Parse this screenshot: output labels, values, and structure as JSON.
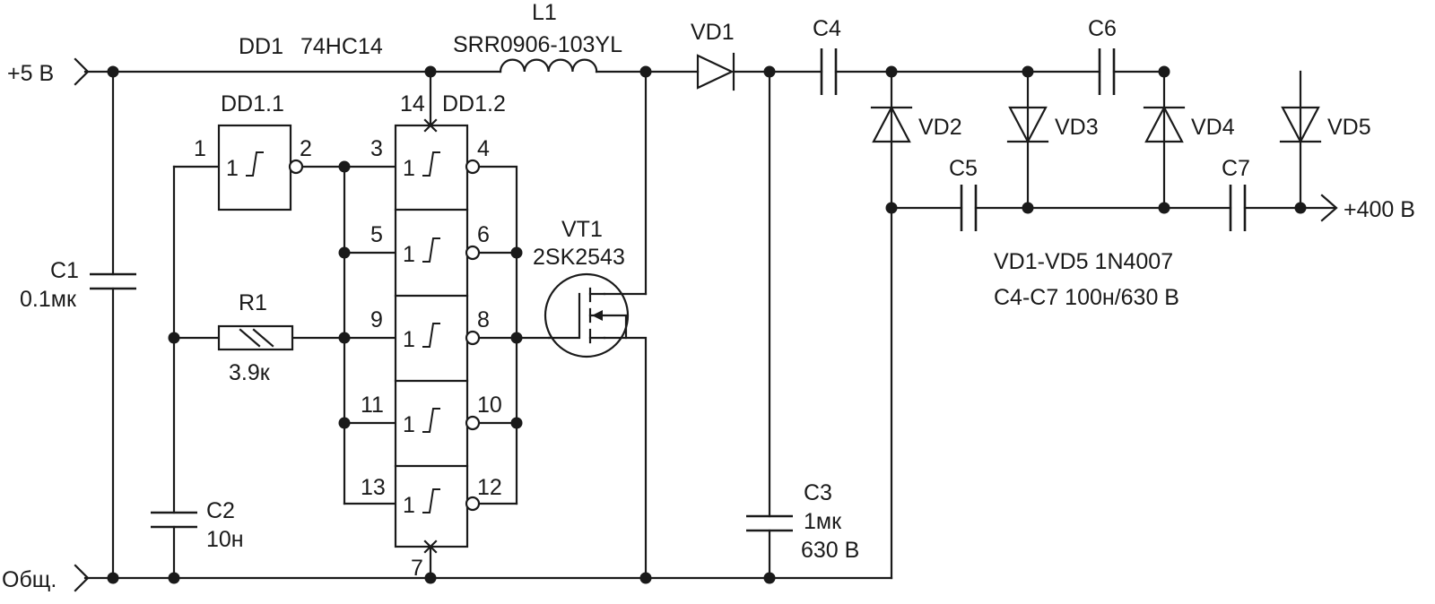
{
  "rails": {
    "plus5": "+5 В",
    "ground": "Общ.",
    "output": "+400 В"
  },
  "chip": {
    "designator": "DD1",
    "part": "74HC14",
    "gate1": "DD1.1",
    "gate2": "DD1.2",
    "gate_symbol": "1",
    "vcc_pin": "14",
    "gnd_pin": "7"
  },
  "pins": {
    "p1": "1",
    "p2": "2",
    "p3": "3",
    "p4": "4",
    "p5": "5",
    "p6": "6",
    "p8": "8",
    "p9": "9",
    "p10": "10",
    "p11": "11",
    "p12": "12",
    "p13": "13"
  },
  "components": {
    "l1": {
      "ref": "L1",
      "value": "SRR0906-103YL"
    },
    "vt1": {
      "ref": "VT1",
      "value": "2SK2543"
    },
    "r1": {
      "ref": "R1",
      "value": "3.9к"
    },
    "c1": {
      "ref": "C1",
      "value": "0.1мк"
    },
    "c2": {
      "ref": "C2",
      "value": "10н"
    },
    "c3": {
      "ref": "C3",
      "value1": "1мк",
      "value2": "630 В"
    },
    "c4": {
      "ref": "C4"
    },
    "c5": {
      "ref": "C5"
    },
    "c6": {
      "ref": "C6"
    },
    "c7": {
      "ref": "C7"
    },
    "vd1": {
      "ref": "VD1"
    },
    "vd2": {
      "ref": "VD2"
    },
    "vd3": {
      "ref": "VD3"
    },
    "vd4": {
      "ref": "VD4"
    },
    "vd5": {
      "ref": "VD5"
    }
  },
  "notes": {
    "diodes": "VD1-VD5  1N4007",
    "capacitors": "C4-C7  100н/630 В"
  }
}
